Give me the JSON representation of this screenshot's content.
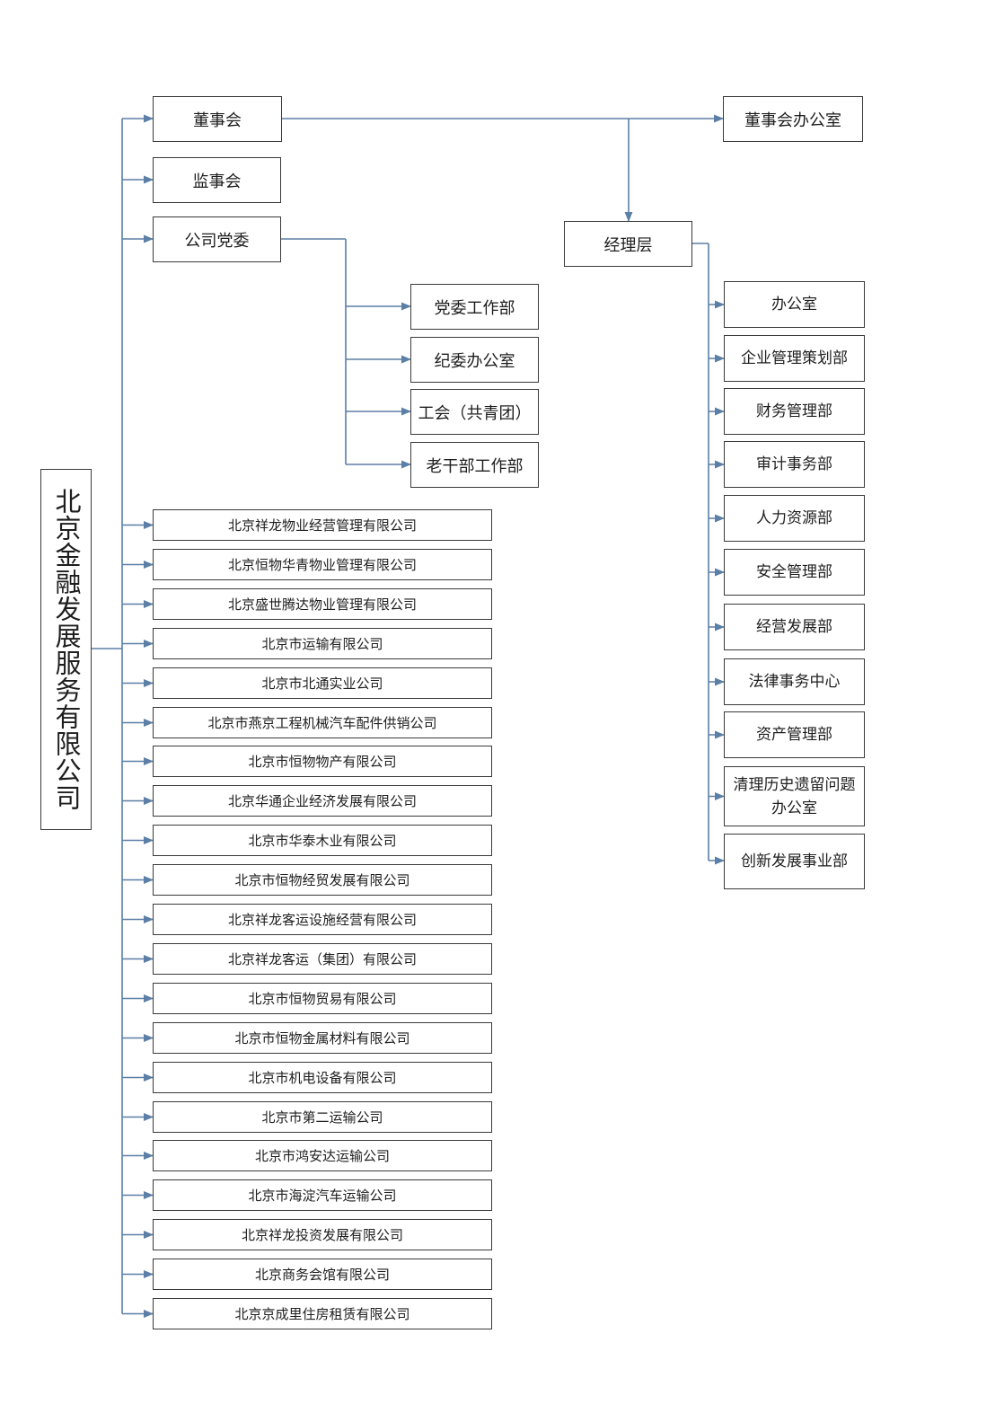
{
  "root": "北京金融发展服务有限公司",
  "board": "董事会",
  "board_office": "董事会办公室",
  "supervisory_board": "监事会",
  "party_committee": "公司党委",
  "management": "经理层",
  "party_departments": [
    "党委工作部",
    "纪委办公室",
    "工会（共青团）",
    "老干部工作部"
  ],
  "management_departments": [
    "办公室",
    "企业管理策划部",
    "财务管理部",
    "审计事务部",
    "人力资源部",
    "安全管理部",
    "经营发展部",
    "法律事务中心",
    "资产管理部",
    "清理历史遗留问题办公室",
    "创新发展事业部"
  ],
  "subsidiaries": [
    "北京祥龙物业经营管理有限公司",
    "北京恒物华青物业管理有限公司",
    "北京盛世腾达物业管理有限公司",
    "北京市运输有限公司",
    "北京市北通实业公司",
    "北京市燕京工程机械汽车配件供销公司",
    "北京市恒物物产有限公司",
    "北京华通企业经济发展有限公司",
    "北京市华泰木业有限公司",
    "北京市恒物经贸发展有限公司",
    "北京祥龙客运设施经营有限公司",
    "北京祥龙客运（集团）有限公司",
    "北京市恒物贸易有限公司",
    "北京市恒物金属材料有限公司",
    "北京市机电设备有限公司",
    "北京市第二运输公司",
    "北京市鸿安达运输公司",
    "北京市海淀汽车运输公司",
    "北京祥龙投资发展有限公司",
    "北京商务会馆有限公司",
    "北京京成里住房租赁有限公司"
  ],
  "colors": {
    "connector": "#5b7fa6",
    "border": "#3a3a3a",
    "text": "#1e1e1e"
  }
}
